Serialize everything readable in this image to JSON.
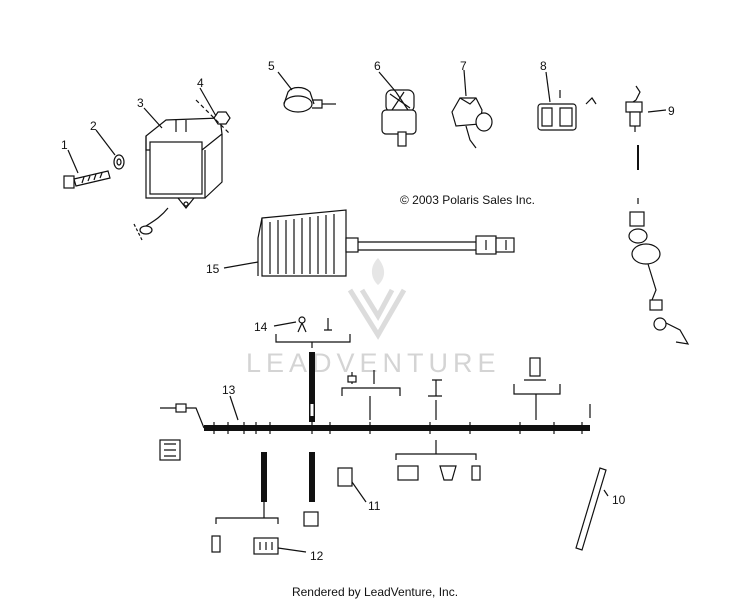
{
  "copyright": "© 2003 Polaris Sales Inc.",
  "footer": "Rendered by LeadVenture, Inc.",
  "watermark": "LEADVENTURE",
  "callouts": [
    "1",
    "2",
    "3",
    "4",
    "5",
    "6",
    "7",
    "8",
    "9",
    "10",
    "11",
    "12",
    "13",
    "14",
    "15"
  ],
  "colors": {
    "ink": "#111111",
    "watermark": "#d4d4d4"
  }
}
